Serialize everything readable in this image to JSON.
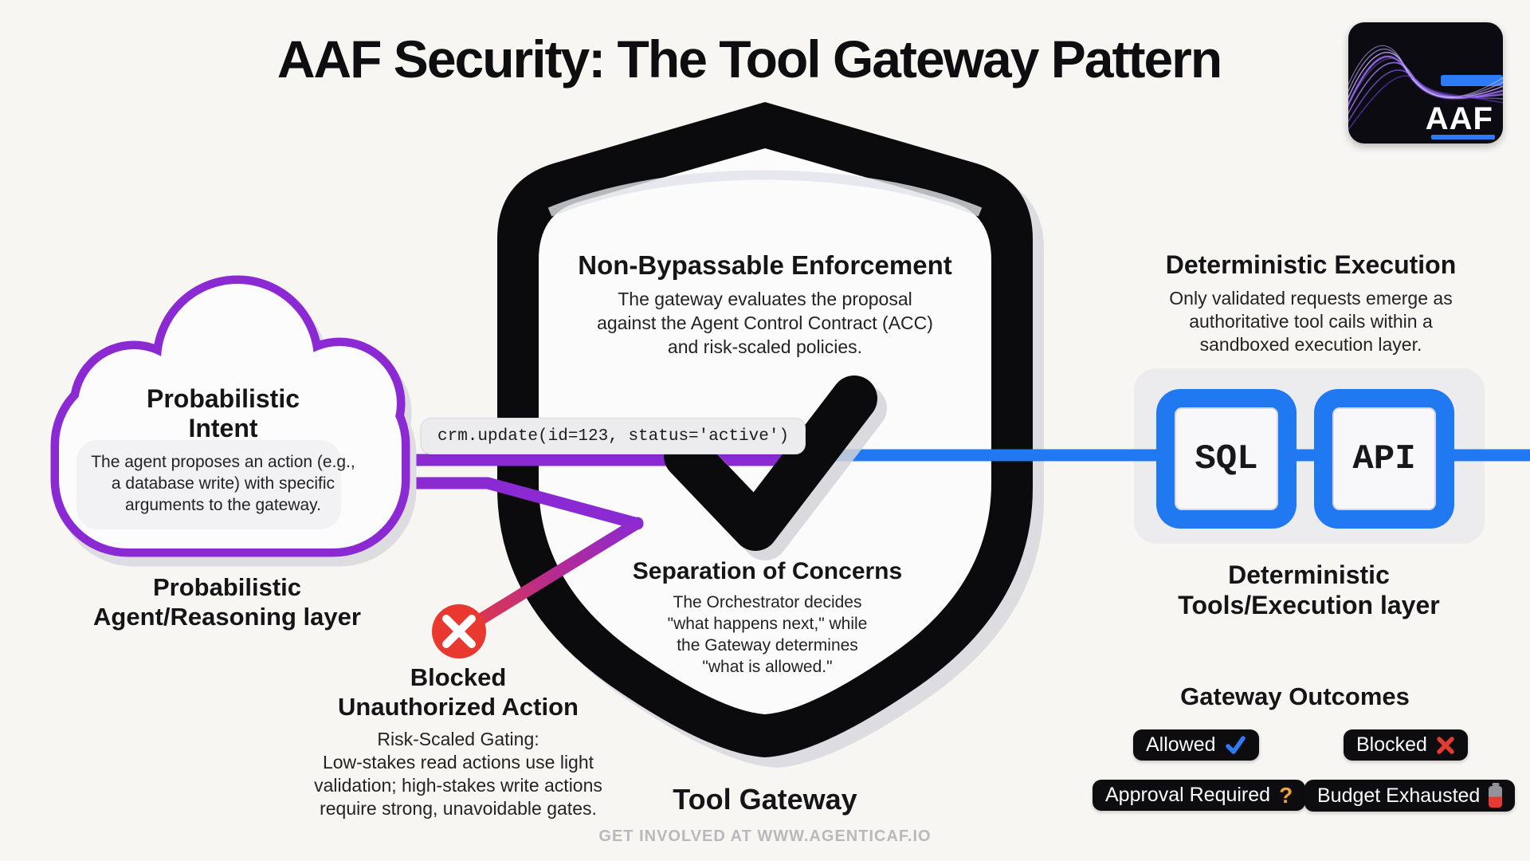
{
  "title": "AAF Security: The Tool Gateway Pattern",
  "footer": "GET INVOLVED AT WWW.AGENTICAF.IO",
  "logo": {
    "brand": "AAF"
  },
  "cloud": {
    "title_lines": [
      "Probabilistic",
      "Intent"
    ],
    "body_lines": [
      "The agent proposes an action (e.g.,",
      "a database write) with specific",
      "arguments to the gateway."
    ]
  },
  "agent_layer_lines": [
    "Probabilistic",
    "Agent/Reasoning layer"
  ],
  "proposal_code": "crm.update(id=123, status='active')",
  "shield": {
    "enforcement_title": "Non-Bypassable Enforcement",
    "enforcement_lines": [
      "The gateway evaluates the proposal",
      "against the Agent Control Contract (ACC)",
      "and risk-scaled policies."
    ],
    "separation_title": "Separation of Concerns",
    "separation_lines": [
      "The Orchestrator decides",
      "\"what happens next,\" while",
      "the Gateway determines",
      "\"what is allowed.\""
    ],
    "label": "Tool Gateway"
  },
  "blocked": {
    "title_lines": [
      "Blocked",
      "Unauthorized Action"
    ],
    "body_lines": [
      "Risk-Scaled Gating:",
      "Low-stakes read actions use light",
      "validation; high-stakes write actions",
      "require strong, unavoidable gates."
    ]
  },
  "execution": {
    "title": "Deterministic Execution",
    "body_lines": [
      "Only validated requests emerge as",
      "authoritative tool cails within a",
      "sandboxed execution layer."
    ],
    "tools": [
      "SQL",
      "API"
    ],
    "layer_lines": [
      "Deterministic",
      "Tools/Execution layer"
    ]
  },
  "outcomes": {
    "title": "Gateway Outcomes",
    "allowed_label": "Allowed",
    "blocked_label": "Blocked",
    "approval_label": "Approval Required",
    "budget_label": "Budget Exhausted"
  },
  "colors": {
    "purple": "#8b2ad2",
    "blue": "#2079f0",
    "red": "#e23944",
    "orange": "#f0a23a",
    "black": "#0d0d0f",
    "background": "#f7f6f3"
  }
}
